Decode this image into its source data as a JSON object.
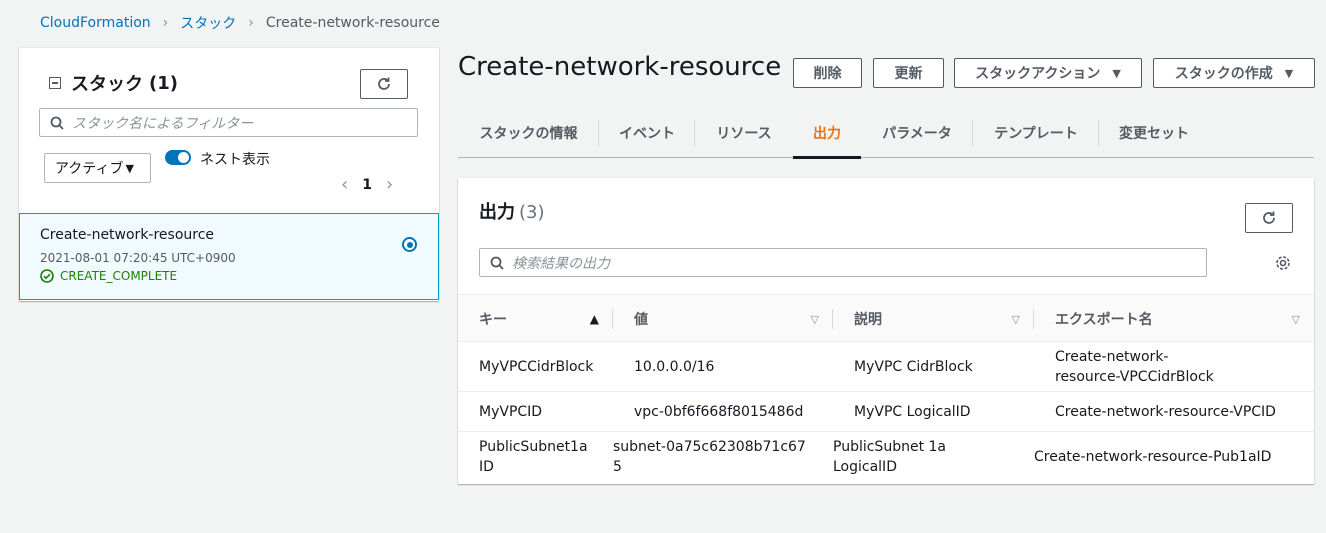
{
  "breadcrumb": {
    "root": "CloudFormation",
    "stacks": "スタック",
    "current": "Create-network-resource"
  },
  "left": {
    "title": "スタック",
    "count": "(1)",
    "search_placeholder": "スタック名によるフィルター",
    "filter_select": "アクティブ",
    "toggle_label": "ネスト表示",
    "page": "1",
    "stack": {
      "name": "Create-network-resource",
      "time": "2021-08-01 07:20:45 UTC+0900",
      "status": "CREATE_COMPLETE"
    }
  },
  "main": {
    "title": "Create-network-resource",
    "buttons": {
      "delete": "削除",
      "update": "更新",
      "stack_actions": "スタックアクション",
      "create_stack": "スタックの作成"
    },
    "tabs": [
      "スタックの情報",
      "イベント",
      "リソース",
      "出力",
      "パラメータ",
      "テンプレート",
      "変更セット"
    ],
    "outputs": {
      "title": "出力",
      "count": "(3)",
      "search_placeholder": "検索結果の出力",
      "columns": [
        "キー",
        "値",
        "説明",
        "エクスポート名"
      ],
      "rows": [
        [
          "MyVPCCidrBlock",
          "10.0.0.0/16",
          "MyVPC CidrBlock",
          "Create-network-resource-VPCCidrBlock"
        ],
        [
          "MyVPCID",
          "vpc-0bf6f668f8015486d",
          "MyVPC LogicalID",
          "Create-network-resource-VPCID"
        ],
        [
          "PublicSubnet1aID",
          "subnet-0a75c62308b71c675",
          "PublicSubnet 1a LogicalID",
          "Create-network-resource-Pub1aID"
        ]
      ]
    }
  },
  "colors": {
    "link": "#0073bb",
    "active_tab": "#ec7211",
    "success": "#1d8102"
  }
}
